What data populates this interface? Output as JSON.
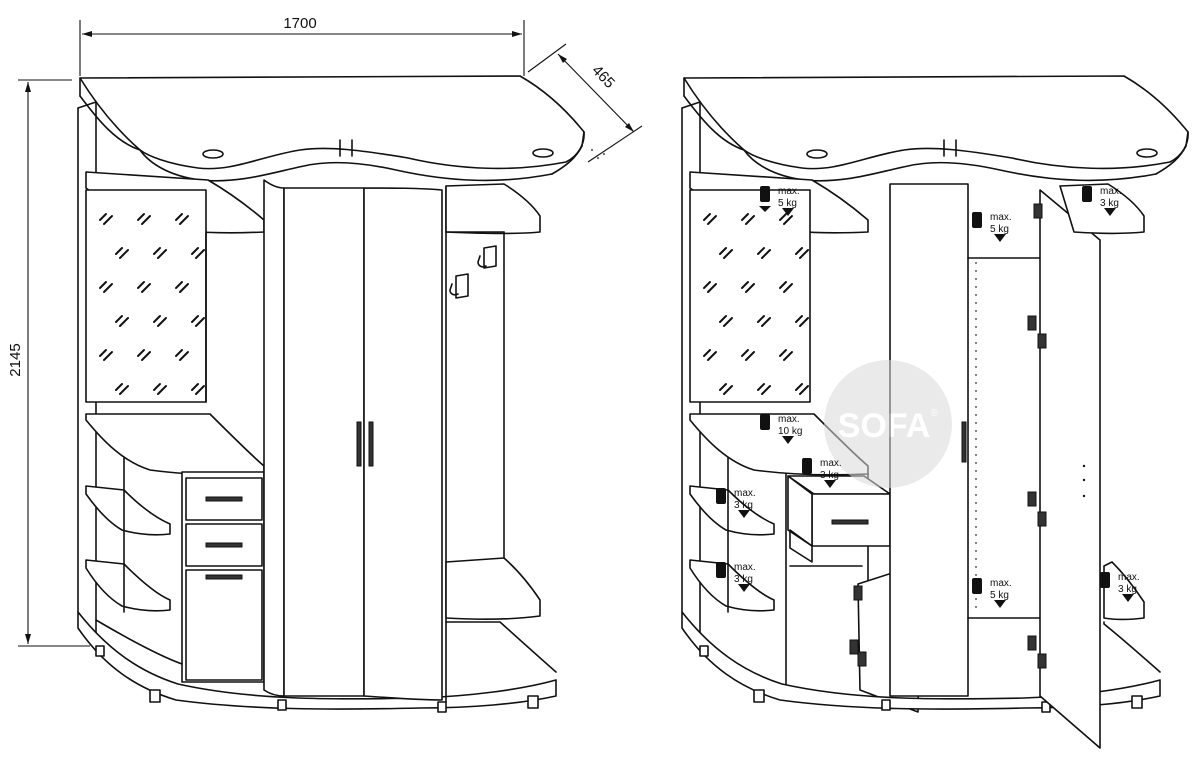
{
  "dimensions": {
    "width": "1700",
    "depth": "465",
    "height": "2145"
  },
  "load_labels": {
    "top_left_shelf": {
      "max": "max.",
      "weight": "5 kg"
    },
    "top_center": {
      "max": "max.",
      "weight": "5 kg"
    },
    "top_right_shelf": {
      "max": "max.",
      "weight": "3 kg"
    },
    "console": {
      "max": "max.",
      "weight": "10 kg"
    },
    "drawer_top": {
      "max": "max.",
      "weight": "3 kg"
    },
    "side_shelf_upper": {
      "max": "max.",
      "weight": "3 kg"
    },
    "side_shelf_lower": {
      "max": "max.",
      "weight": "3 kg"
    },
    "wardrobe_bottom": {
      "max": "max.",
      "weight": "5 kg"
    },
    "right_shelf_lower": {
      "max": "max.",
      "weight": "3 kg"
    }
  },
  "watermark": {
    "text": "SOFA",
    "mark": "®"
  }
}
